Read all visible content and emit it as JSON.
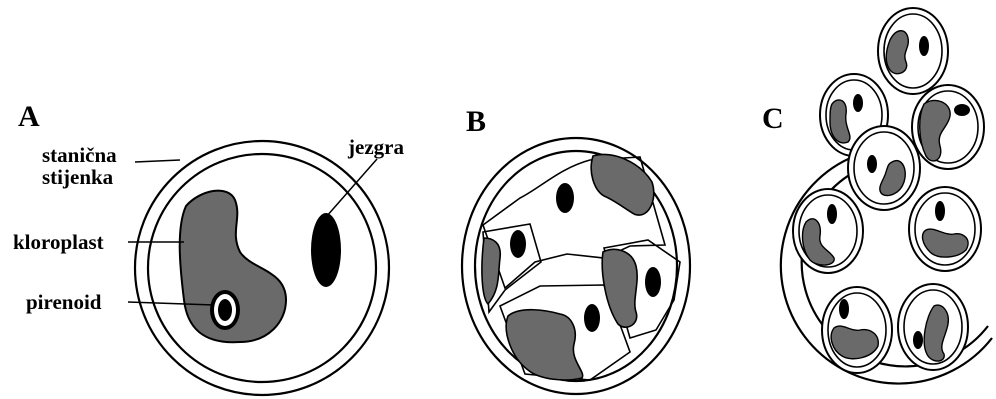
{
  "panels": {
    "a": {
      "letter": "A"
    },
    "b": {
      "letter": "B"
    },
    "c": {
      "letter": "C"
    }
  },
  "labels": {
    "cell_wall_line1": "stanična",
    "cell_wall_line2": "stijenka",
    "nucleus": "jezgra",
    "chloroplast": "kloroplast",
    "pyrenoid": "pirenoid"
  },
  "colors": {
    "outline": "#000000",
    "chloroplast": "#6a6a6a",
    "nucleus": "#000000",
    "background": "#ffffff"
  }
}
